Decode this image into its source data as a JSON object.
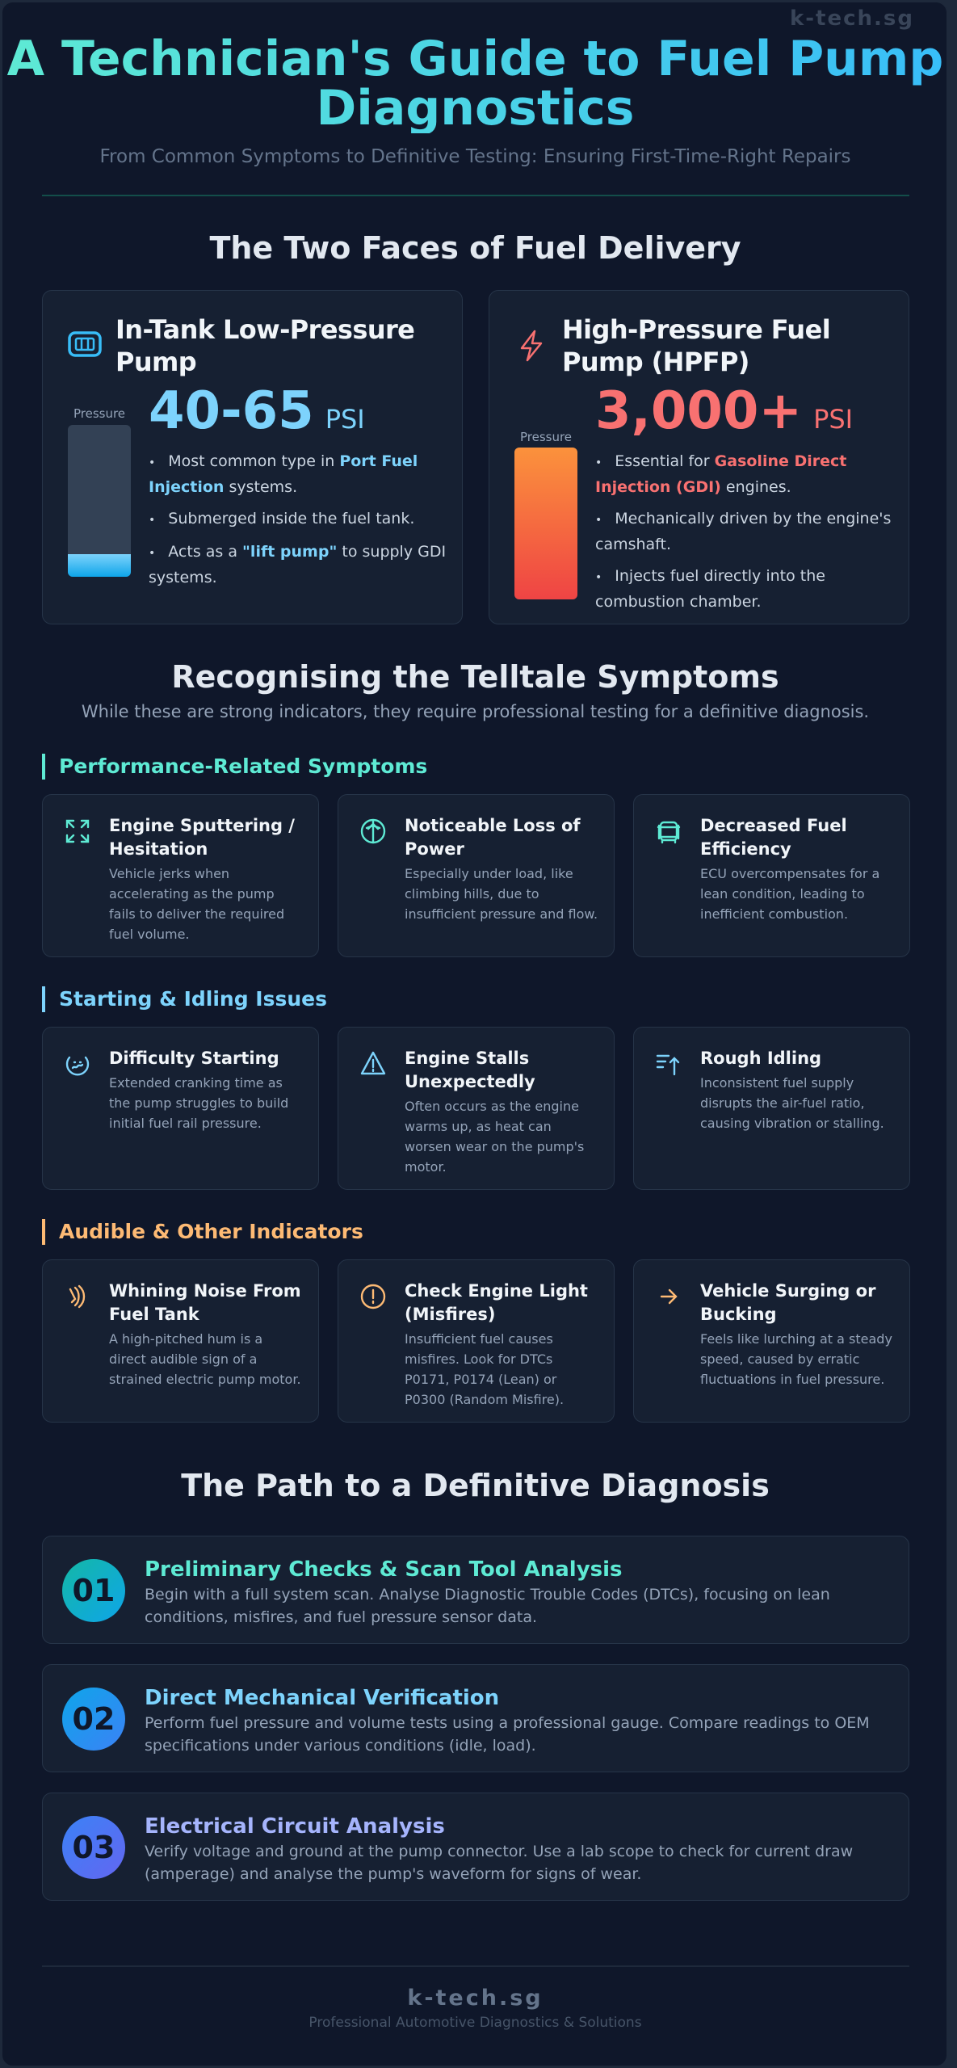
{
  "header": {
    "title": "A Technician's Guide to Fuel Pump Diagnostics",
    "subtitle": "From Common Symptoms to Definitive Testing: Ensuring First-Time-Right Repairs",
    "watermark": "k-tech.sg"
  },
  "pumps": {
    "heading": "The Two Faces of Fuel Delivery",
    "low": {
      "title": "In-Tank Low-Pressure Pump",
      "icon": "battery-icon",
      "gauge_label": "Pressure",
      "gauge_fill_percent": 15,
      "value": "40-65",
      "unit": "PSI",
      "color": "#7dd3fc",
      "bullets": [
        {
          "pre": "Most common type in ",
          "hl": "Port Fuel Injection",
          "post": " systems."
        },
        {
          "pre": "Submerged inside the fuel tank.",
          "hl": "",
          "post": ""
        },
        {
          "pre": "Acts as a ",
          "hl": "\"lift pump\"",
          "post": " to supply GDI systems."
        }
      ]
    },
    "high": {
      "title": "High-Pressure Fuel Pump (HPFP)",
      "icon": "lightning-icon",
      "gauge_label": "Pressure",
      "gauge_fill_percent": 100,
      "value": "3,000+",
      "unit": "PSI",
      "color": "#f87171",
      "bullets": [
        {
          "pre": "Essential for ",
          "hl": "Gasoline Direct Injection (GDI)",
          "post": " engines."
        },
        {
          "pre": "Mechanically driven by the engine's camshaft.",
          "hl": "",
          "post": ""
        },
        {
          "pre": "Injects fuel directly into the combustion chamber.",
          "hl": "",
          "post": ""
        }
      ]
    }
  },
  "symptoms": {
    "heading": "Recognising the Telltale Symptoms",
    "subheading": "While these are strong indicators, they require professional testing for a definitive diagnosis.",
    "categories": [
      {
        "title": "Performance-Related Symptoms",
        "color": "#5eead4",
        "items": [
          {
            "icon": "expand-arrows-icon",
            "title": "Engine Sputtering / Hesitation",
            "desc": "Vehicle jerks when accelerating as the pump fails to deliver the required fuel volume."
          },
          {
            "icon": "gauge-icon",
            "title": "Noticeable Loss of Power",
            "desc": "Especially under load, like climbing hills, due to insufficient pressure and flow."
          },
          {
            "icon": "car-icon",
            "title": "Decreased Fuel Efficiency",
            "desc": "ECU overcompensates for a lean condition, leading to inefficient combustion."
          }
        ]
      },
      {
        "title": "Starting & Idling Issues",
        "color": "#7dd3fc",
        "items": [
          {
            "icon": "refresh-icon",
            "title": "Difficulty Starting",
            "desc": "Extended cranking time as the pump struggles to build initial fuel rail pressure."
          },
          {
            "icon": "warning-triangle-icon",
            "title": "Engine Stalls Unexpectedly",
            "desc": "Often occurs as the engine warms up, as heat can worsen wear on the pump's motor."
          },
          {
            "icon": "sort-arrow-icon",
            "title": "Rough Idling",
            "desc": "Inconsistent fuel supply disrupts the air-fuel ratio, causing vibration or stalling."
          }
        ]
      },
      {
        "title": "Audible & Other Indicators",
        "color": "#fdba74",
        "items": [
          {
            "icon": "sound-wave-icon",
            "title": "Whining Noise From Fuel Tank",
            "desc": "A high-pitched hum is a direct audible sign of a strained electric pump motor."
          },
          {
            "icon": "alert-circle-icon",
            "title": "Check Engine Light (Misfires)",
            "desc": "Insufficient fuel causes misfires. Look for DTCs P0171, P0174 (Lean) or P0300 (Random Misfire)."
          },
          {
            "icon": "arrow-right-icon",
            "title": "Vehicle Surging or Bucking",
            "desc": "Feels like lurching at a steady speed, caused by erratic fluctuations in fuel pressure."
          }
        ]
      }
    ]
  },
  "diagnosis": {
    "heading": "The Path to a Definitive Diagnosis",
    "steps": [
      {
        "num": "01",
        "title": "Preliminary Checks & Scan Tool Analysis",
        "desc": "Begin with a full system scan. Analyse Diagnostic Trouble Codes (DTCs), focusing on lean conditions, misfires, and fuel pressure sensor data.",
        "color": "#5eead4",
        "grad": [
          "#14b8a6",
          "#0ea5e9"
        ]
      },
      {
        "num": "02",
        "title": "Direct Mechanical Verification",
        "desc": "Perform fuel pressure and volume tests using a professional gauge. Compare readings to OEM specifications under various conditions (idle, load).",
        "color": "#7dd3fc",
        "grad": [
          "#0ea5e9",
          "#3b82f6"
        ]
      },
      {
        "num": "03",
        "title": "Electrical Circuit Analysis",
        "desc": "Verify voltage and ground at the pump connector. Use a lab scope to check for current draw (amperage) and analyse the pump's waveform for signs of wear.",
        "color": "#a5b4fc",
        "grad": [
          "#3b82f6",
          "#6366f1"
        ]
      }
    ]
  },
  "footer": {
    "brand": "k-tech.sg",
    "tagline": "Professional Automotive Diagnostics & Solutions"
  }
}
